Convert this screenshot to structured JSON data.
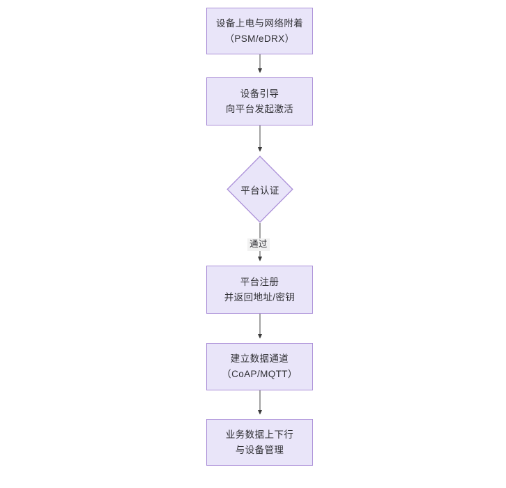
{
  "diagram": {
    "type": "flowchart",
    "orientation": "top-to-bottom",
    "title_visible": false,
    "background_color": "#ffffff",
    "node_fill_color": "#e9e5f9",
    "node_border_color": "#ab8fd8",
    "text_color": "#2f2f33",
    "connector_color": "#555555",
    "edge_label_background": "#f2f2f2"
  },
  "nodes": [
    {
      "id": "node-power-on",
      "shape": "rectangle",
      "line1": "设备上电与网络附着",
      "line2": "（PSM/eDRX）"
    },
    {
      "id": "node-bootstrap",
      "shape": "rectangle",
      "line1": "设备引导",
      "line2": "向平台发起激活"
    },
    {
      "id": "node-platform-auth",
      "shape": "diamond",
      "line1": "平台认证",
      "line2": ""
    },
    {
      "id": "node-platform-register",
      "shape": "rectangle",
      "line1": "平台注册",
      "line2": "并返回地址/密钥"
    },
    {
      "id": "node-data-channel",
      "shape": "rectangle",
      "line1": "建立数据通道",
      "line2": "（CoAP/MQTT）"
    },
    {
      "id": "node-business-data",
      "shape": "rectangle",
      "line1": "业务数据上下行",
      "line2": "与设备管理"
    }
  ],
  "edges": [
    {
      "id": "edge-1",
      "from": "node-power-on",
      "to": "node-bootstrap",
      "label": ""
    },
    {
      "id": "edge-2",
      "from": "node-bootstrap",
      "to": "node-platform-auth",
      "label": ""
    },
    {
      "id": "edge-3",
      "from": "node-platform-auth",
      "to": "node-platform-register",
      "label": "通过"
    },
    {
      "id": "edge-4",
      "from": "node-platform-register",
      "to": "node-data-channel",
      "label": ""
    },
    {
      "id": "edge-5",
      "from": "node-data-channel",
      "to": "node-business-data",
      "label": ""
    }
  ]
}
